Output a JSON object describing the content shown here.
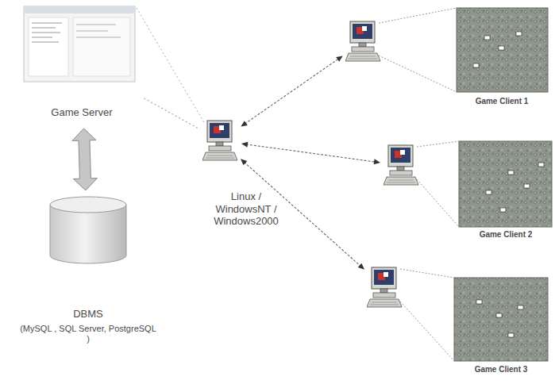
{
  "diagram": {
    "nodes": [
      {
        "text": [
          "Game Server"
        ]
      },
      {
        "text": [
          "DBMS",
          "(MySQL , SQL Server, PostgreSQL )"
        ]
      },
      {
        "text": [
          "Linux / WindowsNT / Windows2000"
        ]
      },
      {
        "text": [
          "Game Client 1"
        ]
      },
      {
        "text": [
          "Game Client 2"
        ]
      },
      {
        "text": [
          "Game Client 3"
        ]
      }
    ],
    "edges": [
      {
        "from": 0,
        "to": 1,
        "arrow": "both"
      },
      {
        "from": 0,
        "to": 2,
        "arrow": "none"
      },
      {
        "from": 2,
        "to": 3,
        "arrow": "both"
      },
      {
        "from": 2,
        "to": 4,
        "arrow": "both"
      },
      {
        "from": 2,
        "to": 5,
        "arrow": "both"
      }
    ]
  }
}
